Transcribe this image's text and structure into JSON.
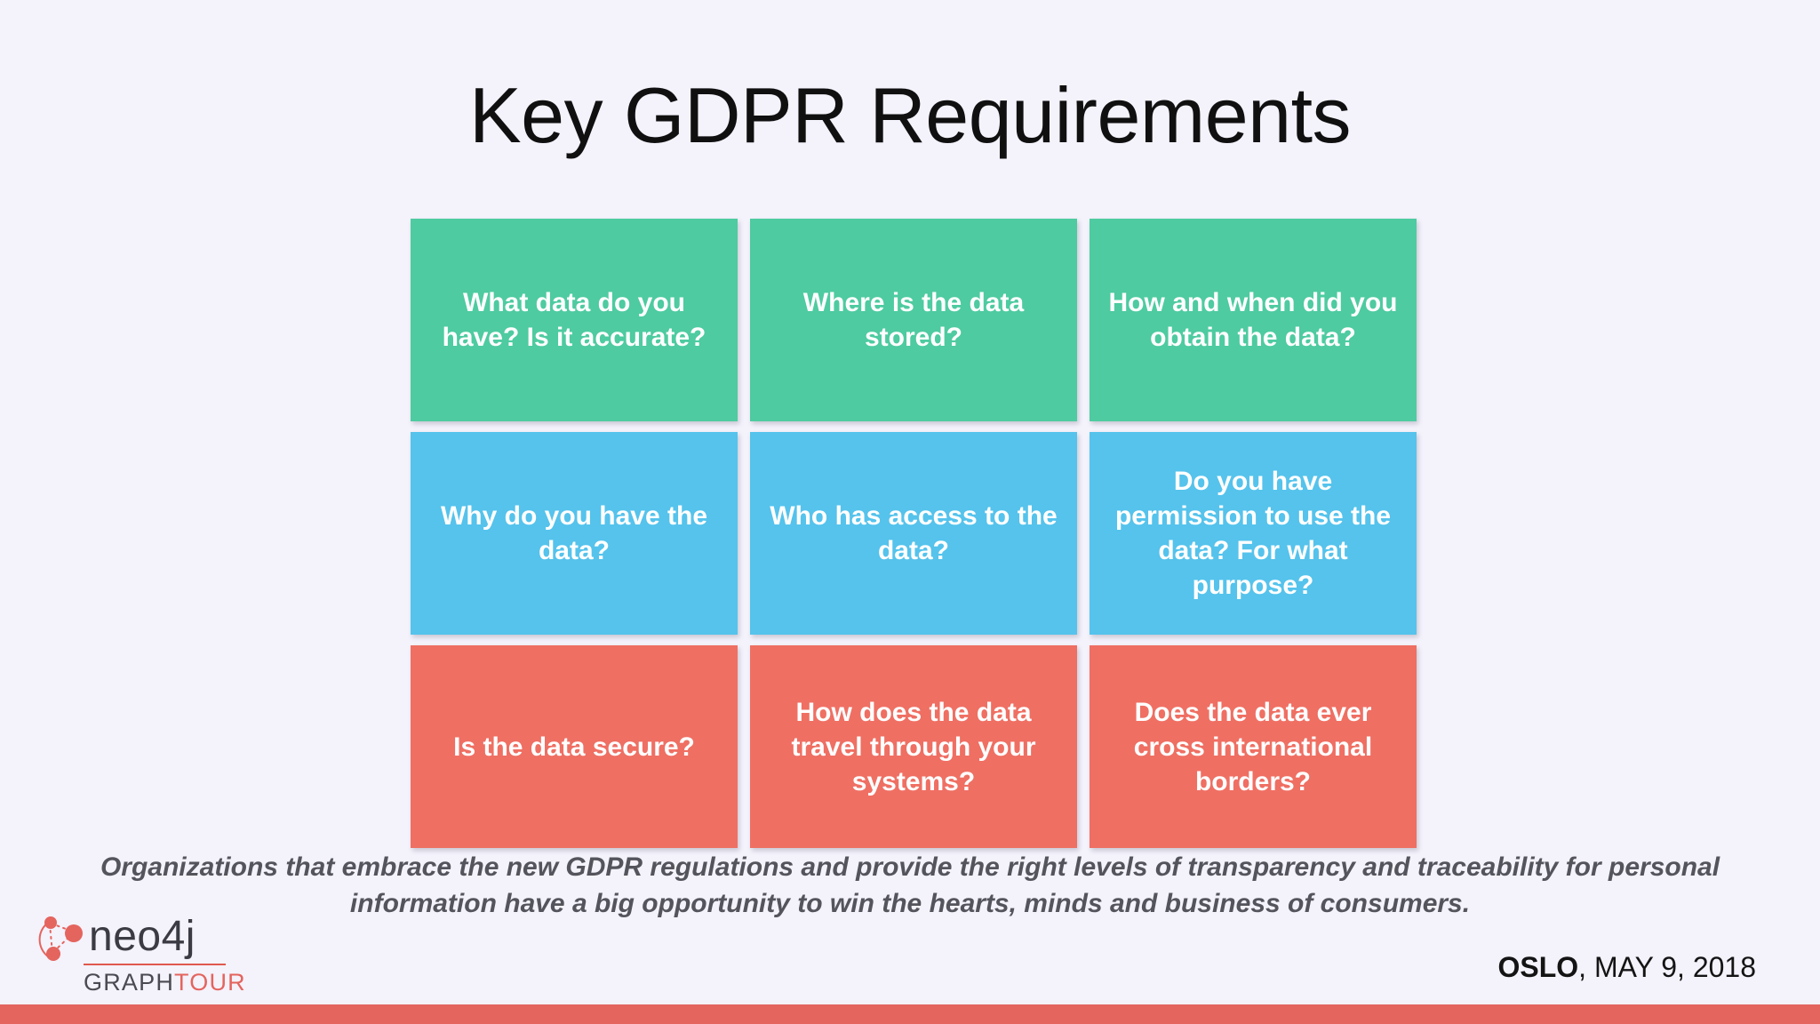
{
  "slide": {
    "title": "Key GDPR Requirements",
    "background_color": "#f4f2fb",
    "accent_bar_color": "#e4645e"
  },
  "grid": {
    "rows": [
      {
        "color": "#4ecba0",
        "tiles": [
          {
            "text": "What data do you have? Is it accurate?"
          },
          {
            "text": "Where is the data stored?"
          },
          {
            "text": "How and when did you obtain the data?"
          }
        ]
      },
      {
        "color": "#55c3ec",
        "tiles": [
          {
            "text": "Why do you have the data?"
          },
          {
            "text": "Who has access to the data?"
          },
          {
            "text": "Do you have permission to use the data? For what purpose?"
          }
        ]
      },
      {
        "color": "#ef6f63",
        "tiles": [
          {
            "text": "Is the data secure?"
          },
          {
            "text": "How does the data travel through your systems?"
          },
          {
            "text": "Does the data ever cross international borders?"
          }
        ]
      }
    ]
  },
  "caption": {
    "text": "Organizations that embrace the new GDPR regulations and provide the right levels of transparency and traceability for personal information have a big opportunity to win the hearts, minds and business of consumers."
  },
  "logo": {
    "wordmark": "neo4j",
    "sub_primary": "GRAPH",
    "sub_accent": "TOUR",
    "mark_color": "#e4645e",
    "wordmark_color": "#3b3b44"
  },
  "footer": {
    "city": "OSLO",
    "date": ", MAY 9, 2018"
  }
}
